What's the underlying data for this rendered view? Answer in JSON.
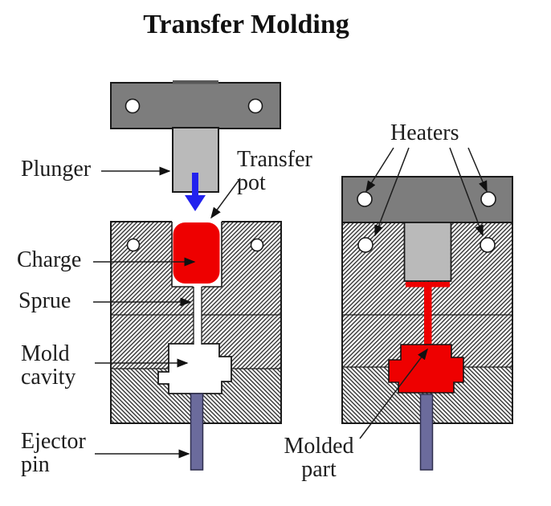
{
  "title": "Transfer Molding",
  "palette": {
    "charge_red": "#ee0000",
    "plate_gray": "#7d7d7d",
    "plunger_gray": "#bababa",
    "rod_dark_gray": "#585858",
    "ejector_pin_blue": "#6b6b9c",
    "press_arrow_blue": "#2222ee"
  },
  "left_view": {
    "labels": {
      "plunger": "Plunger",
      "transfer_pot": "Transfer pot",
      "charge": "Charge",
      "sprue": "Sprue",
      "mold_cavity": "Mold cavity",
      "ejector_pin": "Ejector pin"
    }
  },
  "right_view": {
    "labels": {
      "heaters": "Heaters",
      "molded_part": "Molded part"
    }
  }
}
